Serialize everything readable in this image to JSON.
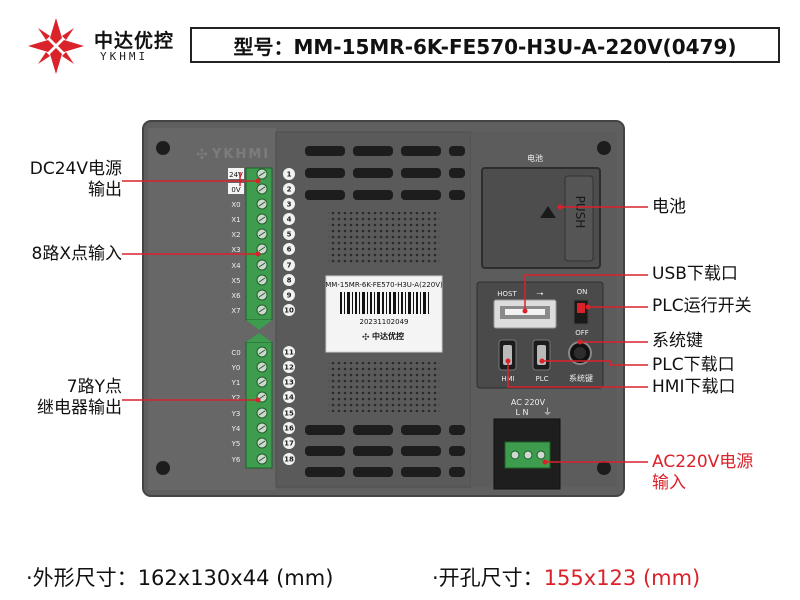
{
  "brand": {
    "name": "中达优控",
    "sub": "YKHMI"
  },
  "model": "型号：MM-15MR-6K-FE570-H3U-A-220V(0479)",
  "device": {
    "emboss_logo": "YKHMI",
    "battery_label": "电池",
    "battery_cover_text": "PUSH",
    "sticker_model": "MM-15MR-6K-FE570-H3U-A(220V)",
    "sticker_serial": "20231102049",
    "sticker_brand": "中达优控",
    "host_label": "HOST",
    "on_label": "ON",
    "off_label": "OFF",
    "hmi_label": "HMI",
    "plc_label": "PLC",
    "syskey_label": "系统键",
    "ac_title": "AC 220V",
    "ac_sub": "L   N",
    "ground_symbol": "⏚",
    "terminals_top": [
      "24V",
      "0V",
      "X0",
      "X1",
      "X2",
      "X3",
      "X4",
      "X5",
      "X6",
      "X7"
    ],
    "terminals_bottom": [
      "C0",
      "Y0",
      "Y1",
      "Y2",
      "Y3",
      "Y4",
      "Y5",
      "Y6"
    ],
    "numbers": [
      "1",
      "2",
      "3",
      "4",
      "5",
      "6",
      "7",
      "8",
      "9",
      "10",
      "11",
      "12",
      "13",
      "14",
      "15",
      "16",
      "17",
      "18"
    ]
  },
  "callouts": {
    "dc24v_line1": "DC24V电源",
    "dc24v_line2": "输出",
    "x_input": "8路X点输入",
    "y_line1": "7路Y点",
    "y_line2": "继电器输出",
    "battery": "电池",
    "usb": "USB下载口",
    "plc_run": "PLC运行开关",
    "sys_key": "系统键",
    "plc_port": "PLC下载口",
    "hmi_port": "HMI下载口",
    "ac_line1": "AC220V电源",
    "ac_line2": "输入"
  },
  "specs": {
    "size_label": "·外形尺寸：",
    "size_value": "162x130x44 (mm)",
    "cut_label": "·开孔尺寸：",
    "cut_value": "155x123 (mm)"
  },
  "colors": {
    "accent_red": "#d9222a",
    "panel": "#5c5c5c",
    "panel_dark": "#3a3a3a",
    "terminal_green": "#3d9c4d"
  }
}
